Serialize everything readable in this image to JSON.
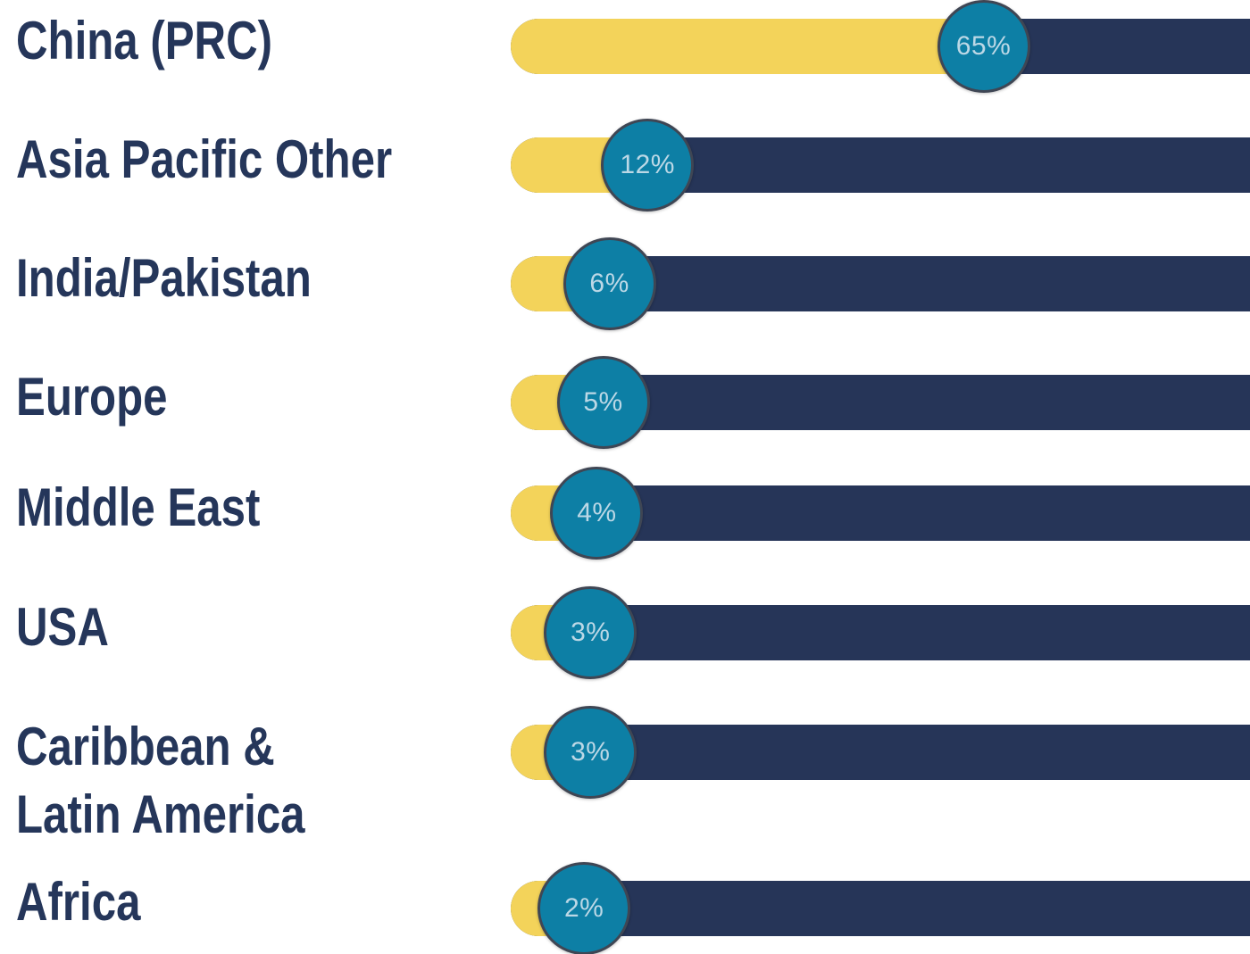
{
  "chart_data": {
    "type": "bar",
    "categories": [
      "China (PRC)",
      "Asia Pacific Other",
      "India/Pakistan",
      "Europe",
      "Middle East",
      "USA",
      "Caribbean & Latin America",
      "Africa"
    ],
    "label_lines": [
      [
        "China (PRC)"
      ],
      [
        "Asia Pacific Other"
      ],
      [
        "India/Pakistan"
      ],
      [
        "Europe"
      ],
      [
        "Middle East"
      ],
      [
        "USA"
      ],
      [
        "Caribbean &",
        "Latin America"
      ],
      [
        "Africa"
      ]
    ],
    "values": [
      65,
      12,
      6,
      5,
      4,
      3,
      3,
      2
    ],
    "value_labels": [
      "65%",
      "12%",
      "6%",
      "5%",
      "4%",
      "3%",
      "3%",
      "2%"
    ],
    "ylim": [
      0,
      100
    ],
    "grid": false,
    "legend": "none",
    "colors": {
      "fill": "#f3d35a",
      "track": "#263558",
      "knob": "#0d7fa5",
      "knob_border": "#3f4654",
      "label": "#25365a",
      "value_text": "#bcd8e6"
    }
  }
}
